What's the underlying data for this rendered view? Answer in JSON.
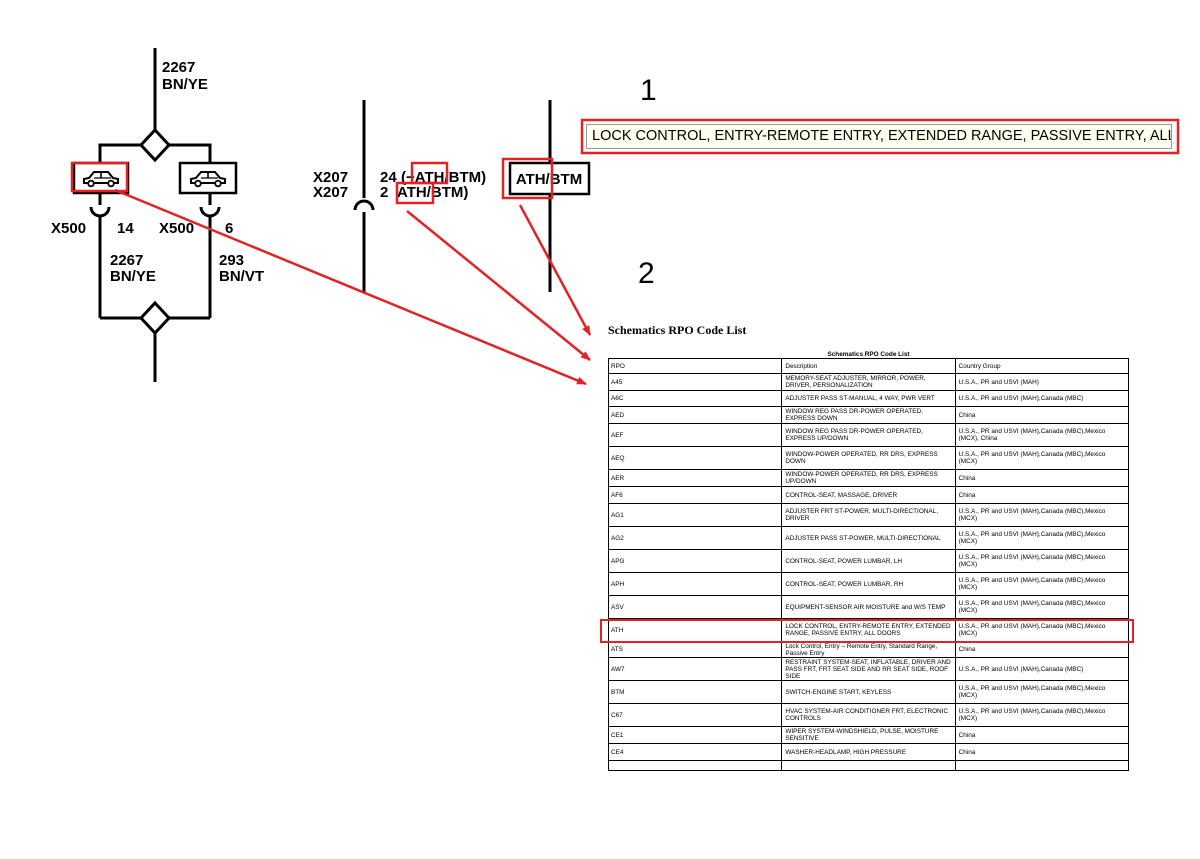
{
  "wiring": {
    "circuit_top": {
      "num": "2267",
      "color": "BN/YE"
    },
    "left_conn": {
      "id": "X500",
      "pin": "14"
    },
    "right_conn": {
      "id": "X500",
      "pin": "6"
    },
    "left_wire": {
      "num": "2267",
      "color": "BN/YE"
    },
    "right_wire": {
      "num": "293",
      "color": "BN/VT"
    },
    "mid_conn_ids": [
      "X207",
      "X207"
    ],
    "mid_pins": [
      "24",
      "2"
    ],
    "mid_line1_rpo": "(−ATH/BTM)",
    "mid_line2_rpo": "ATH/BTM)",
    "option_box": "ATH/BTM"
  },
  "callouts": {
    "num1": "1",
    "num2": "2",
    "highlight_color": "#e32226"
  },
  "tooltip": "LOCK CONTROL, ENTRY-REMOTE ENTRY, EXTENDED RANGE, PASSIVE ENTRY, ALL DOORS",
  "document": {
    "heading": "Schematics RPO Code List",
    "caption": "Schematics RPO Code List",
    "columns": [
      "RPO",
      "Description",
      "Country Group"
    ],
    "rows": [
      [
        "A45",
        "MEMORY-SEAT ADJUSTER, MIRROR, POWER, DRIVER, PERSONALIZATION",
        "U.S.A., PR and USVI (MAH)"
      ],
      [
        "A6C",
        "ADJUSTER PASS ST-MANUAL, 4 WAY, PWR VERT",
        "U.S.A., PR and USVI (MAH),Canada (MBC)"
      ],
      [
        "AED",
        "WINDOW REG PASS DR-POWER OPERATED, EXPRESS DOWN",
        "China"
      ],
      [
        "AEF",
        "WINDOW REG PASS DR-POWER OPERATED, EXPRESS UP/DOWN",
        "U.S.A., PR and USVI (MAH),Canada (MBC),Mexico (MCX), China"
      ],
      [
        "AEQ",
        "WINDOW-POWER OPERATED, RR DRS, EXPRESS DOWN",
        "U.S.A., PR and USVI (MAH),Canada (MBC),Mexico (MCX)"
      ],
      [
        "AER",
        "WINDOW-POWER OPERATED, RR DRS, EXPRESS UP/DOWN",
        "China"
      ],
      [
        "AF6",
        "CONTROL-SEAT, MASSAGE, DRIVER",
        "China"
      ],
      [
        "AG1",
        "ADJUSTER FRT ST-POWER, MULTI-DIRECTIONAL, DRIVER",
        "U.S.A., PR and USVI (MAH),Canada (MBC),Mexico (MCX)"
      ],
      [
        "AG2",
        "ADJUSTER PASS ST-POWER, MULTI-DIRECTIONAL",
        "U.S.A., PR and USVI (MAH),Canada (MBC),Mexico (MCX)"
      ],
      [
        "APG",
        "CONTROL-SEAT, POWER LUMBAR, LH",
        "U.S.A., PR and USVI (MAH),Canada (MBC),Mexico (MCX)"
      ],
      [
        "APH",
        "CONTROL-SEAT, POWER LUMBAR, RH",
        "U.S.A., PR and USVI (MAH),Canada (MBC),Mexico (MCX)"
      ],
      [
        "ASV",
        "EQUIPMENT-SENSOR AIR MOISTURE and W/S TEMP",
        "U.S.A., PR and USVI (MAH),Canada (MBC),Mexico (MCX)"
      ],
      [
        "ATH",
        "LOCK CONTROL, ENTRY-REMOTE ENTRY, EXTENDED RANGE, PASSIVE ENTRY, ALL DOORS",
        "U.S.A., PR and USVI (MAH),Canada (MBC),Mexico (MCX)"
      ],
      [
        "ATS",
        "Lock Control, Entry – Remote Entry, Standard Range, Passive Entry",
        "China"
      ],
      [
        "AW7",
        "RESTRAINT SYSTEM-SEAT, INFLATABLE, DRIVER AND PASS FRT, FRT SEAT SIDE AND RR SEAT SIDE, ROOF SIDE",
        "U.S.A., PR and USVI (MAH),Canada (MBC)"
      ],
      [
        "BTM",
        "SWITCH-ENGINE START, KEYLESS",
        "U.S.A., PR and USVI (MAH),Canada (MBC),Mexico (MCX)"
      ],
      [
        "C67",
        "HVAC SYSTEM-AIR CONDITIONER FRT, ELECTRONIC CONTROLS",
        "U.S.A., PR and USVI (MAH),Canada (MBC),Mexico (MCX)"
      ],
      [
        "CE1",
        "WIPER SYSTEM-WINDSHIELD, PULSE, MOISTURE SENSITIVE",
        "China"
      ],
      [
        "CE4",
        "WASHER-HEADLAMP, HIGH PRESSURE",
        "China"
      ],
      [
        "",
        "",
        ""
      ]
    ]
  }
}
